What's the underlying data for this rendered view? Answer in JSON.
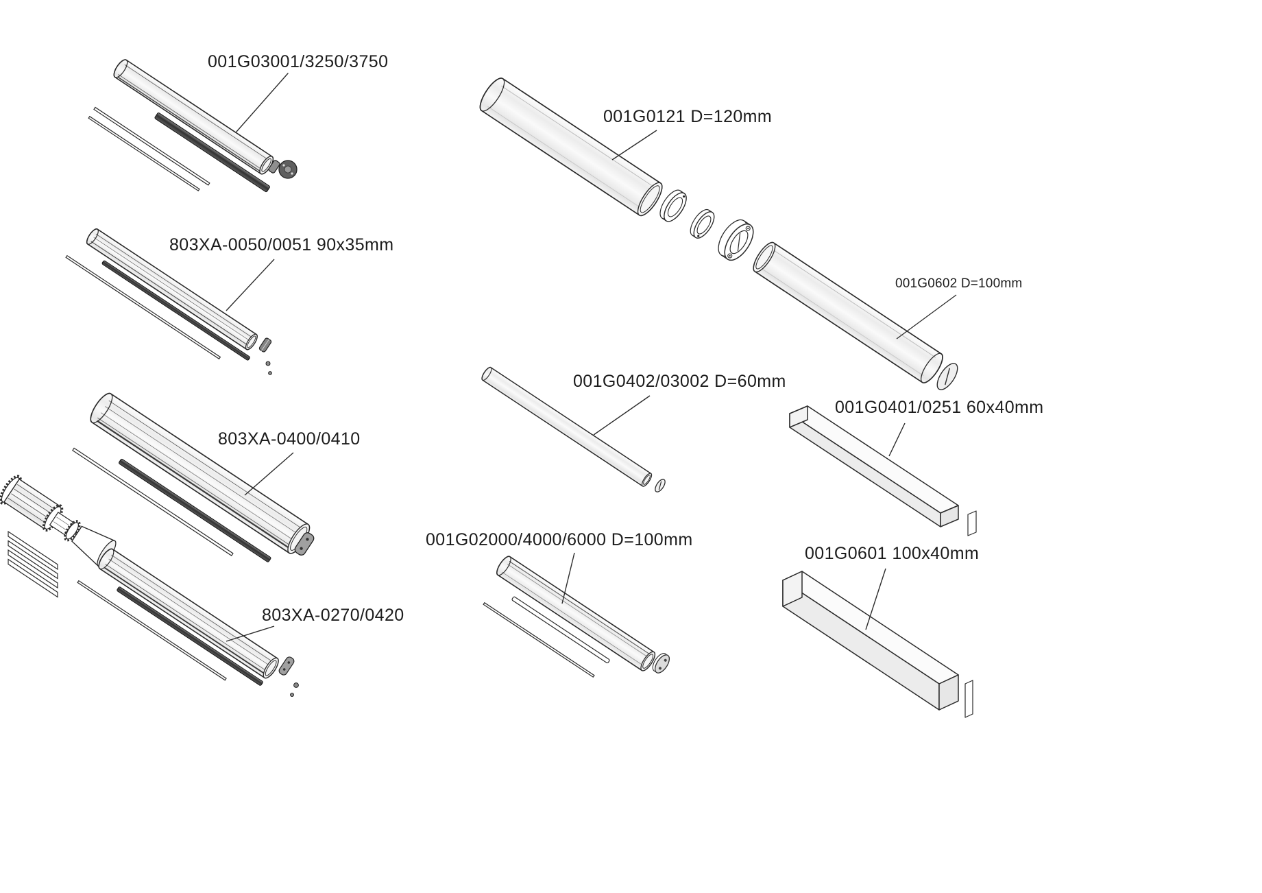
{
  "diagram": {
    "type": "exploded-parts-diagram",
    "background": "#ffffff",
    "line_color": "#2b2b2b",
    "dark_insert_color": "#3a3a3a"
  },
  "parts": [
    {
      "name": "roller-profile-assembly-top-left",
      "label": "001G03001/3250/3750"
    },
    {
      "name": "profile-assembly-90x35",
      "label": "803XA-0050/0051 90x35mm"
    },
    {
      "name": "roller-tube-assembly-large",
      "label": "803XA-0400/0410"
    },
    {
      "name": "roller-tube-assembly-small",
      "label": "803XA-0270/0420"
    },
    {
      "name": "tube-with-rings-d120",
      "label": "001G0121 D=120mm"
    },
    {
      "name": "tube-d100",
      "label": "001G0602 D=100mm"
    },
    {
      "name": "tube-d60",
      "label": "001G0402/03002 D=60mm"
    },
    {
      "name": "rect-bar-60x40",
      "label": "001G0401/0251 60x40mm"
    },
    {
      "name": "slotted-tube-d100",
      "label": "001G02000/4000/6000 D=100mm"
    },
    {
      "name": "rect-bar-100x40",
      "label": "001G0601 100x40mm"
    }
  ]
}
